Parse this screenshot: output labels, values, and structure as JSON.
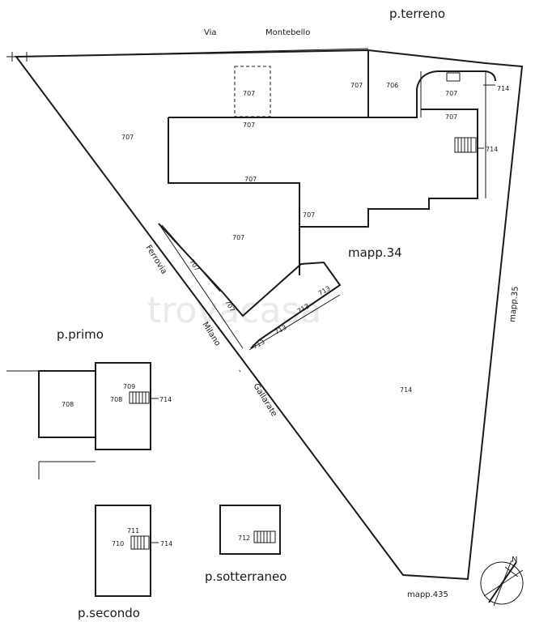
{
  "titles": {
    "ground_floor": "p.terreno",
    "first_floor": "p.primo",
    "second_floor": "p.secondo",
    "basement": "p.sotterraneo"
  },
  "streets": {
    "via": "Via",
    "montebello": "Montebello",
    "railway": [
      "Ferrovia",
      "Milano",
      "-",
      "Gallarate"
    ]
  },
  "parcels": {
    "mapp34": "mapp.34",
    "mapp35": "mapp.35",
    "mapp435": "mapp.435"
  },
  "sub_labels": {
    "s707": "707",
    "s706": "706",
    "s708": "708",
    "s709": "709",
    "s710": "710",
    "s711": "711",
    "s712": "712",
    "s713": "713",
    "s714": "714"
  },
  "watermark": "trovacasa",
  "north_label": "N"
}
